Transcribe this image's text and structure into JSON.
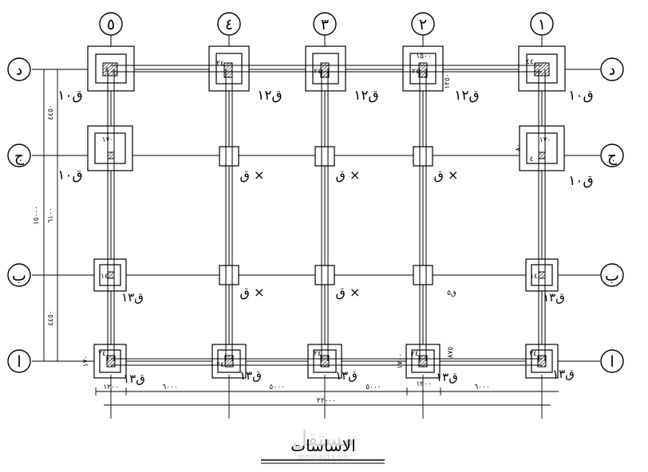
{
  "drawing": {
    "title": "الاساسات",
    "watermark": "مستقل",
    "watermark_url": "mostaql.com"
  },
  "axes_x": [
    "١",
    "٢",
    "٣",
    "٤",
    "٥"
  ],
  "axes_y": [
    "د",
    "ج",
    "ب",
    "ا"
  ],
  "footing_labels": [
    {
      "id": "d5",
      "text": "ق١٠"
    },
    {
      "id": "d4",
      "text": "ق١٢"
    },
    {
      "id": "d3",
      "text": "ق١٢"
    },
    {
      "id": "d2",
      "text": "ق١٢"
    },
    {
      "id": "d1",
      "text": "ق١٠"
    },
    {
      "id": "j5",
      "text": "ق١٠"
    },
    {
      "id": "j4",
      "text": "ق ×"
    },
    {
      "id": "j3",
      "text": "ق ×"
    },
    {
      "id": "j2",
      "text": "ق ×"
    },
    {
      "id": "j1",
      "text": "ق١٠"
    },
    {
      "id": "b5",
      "text": "ق١٣"
    },
    {
      "id": "b4",
      "text": "ق ×"
    },
    {
      "id": "b3",
      "text": "ق ×"
    },
    {
      "id": "b2",
      "text": "ق٥"
    },
    {
      "id": "b1",
      "text": "ق١٣"
    },
    {
      "id": "a5",
      "text": "ق١٣"
    },
    {
      "id": "a4",
      "text": "ق١٣"
    },
    {
      "id": "a3",
      "text": "ق١٣"
    },
    {
      "id": "a2",
      "text": "ق١٣"
    },
    {
      "id": "a1",
      "text": "ق١٣"
    }
  ],
  "column_tags": [
    {
      "id": "d5",
      "text": "٤"
    },
    {
      "id": "d4",
      "text": "٢٤"
    },
    {
      "id": "d3",
      "text": "٢٤"
    },
    {
      "id": "d2",
      "text": "٢٤"
    },
    {
      "id": "d1",
      "text": "٤٤"
    },
    {
      "id": "j5",
      "text": "١٧٠"
    },
    {
      "id": "j1",
      "text": "١٧٠"
    },
    {
      "id": "j1b",
      "text": "٤"
    },
    {
      "id": "b5",
      "text": "١٤"
    },
    {
      "id": "b1",
      "text": "١٤"
    },
    {
      "id": "a5",
      "text": "٢٤"
    },
    {
      "id": "a4",
      "text": "٢٤"
    },
    {
      "id": "a3",
      "text": "٢٤"
    },
    {
      "id": "a2",
      "text": "٢٤"
    },
    {
      "id": "a1",
      "text": "٣٤"
    }
  ],
  "notes": [
    {
      "id": "d2-top",
      "text": "١٥٠٠"
    },
    {
      "id": "d2-side",
      "text": "١٢٥٠"
    },
    {
      "id": "j1-side",
      "text": "٨٠"
    },
    {
      "id": "a2-side",
      "text": "٨٧٥"
    },
    {
      "id": "a2-left",
      "text": "١٧٠٠"
    },
    {
      "id": "a5-left",
      "text": "١٧٠"
    }
  ],
  "dims_horizontal": [
    {
      "id": "h1",
      "text": "١٢٠٠"
    },
    {
      "id": "h2",
      "text": "٦٠٠٠"
    },
    {
      "id": "h3",
      "text": "٥٠٠٠"
    },
    {
      "id": "h4",
      "text": "٥٠٠٠"
    },
    {
      "id": "h5",
      "text": "١٢٠٠"
    },
    {
      "id": "h6",
      "text": "٦٠٠٠"
    },
    {
      "id": "h7",
      "text": "٢٢٠٠٠"
    }
  ],
  "dims_vertical": [
    {
      "id": "v1",
      "text": "٤٤٥٠"
    },
    {
      "id": "v2",
      "text": "٦١٠٠"
    },
    {
      "id": "v3",
      "text": "٤٤٥٠"
    },
    {
      "id": "v4",
      "text": "١٥٠٠٠"
    }
  ]
}
